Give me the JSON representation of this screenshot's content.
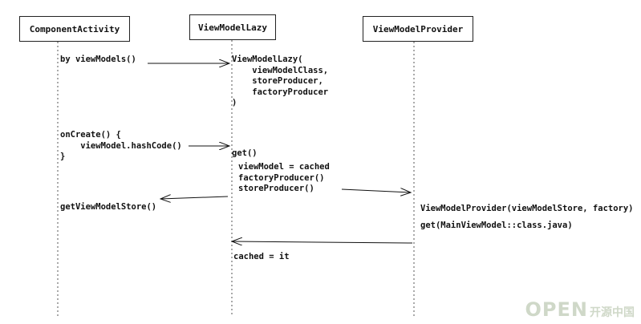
{
  "participants": {
    "component_activity": "ComponentActivity",
    "view_model_lazy": "ViewModelLazy",
    "view_model_provider": "ViewModelProvider"
  },
  "messages": {
    "by_view_models": "by viewModels()",
    "view_model_lazy_ctor": "ViewModelLazy(\n    viewModelClass,\n    storeProducer,\n    factoryProducer\n)",
    "on_create": "onCreate() {\n    viewModel.hashCode()\n}",
    "get": "get()",
    "get_body": "viewModel = cached\nfactoryProducer()\nstoreProducer()",
    "get_view_model_store": "getViewModelStore()",
    "provider_ctor": "ViewModelProvider(viewModelStore, factory)",
    "provider_get": "get(MainViewModel::class.java)",
    "cached_it": "cached = it"
  },
  "watermark": {
    "text": "OPEN",
    "suffix": "开源中国"
  }
}
